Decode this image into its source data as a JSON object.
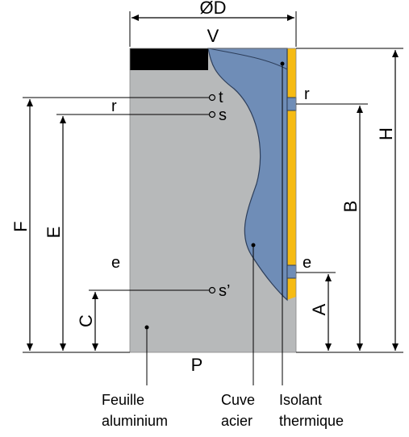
{
  "colors": {
    "aluminium": "#b7b9ba",
    "steel": "#6f8db7",
    "insulation": "#f6bb13",
    "cap": "#000000",
    "hatch": "#d9dbdc"
  },
  "dimensions": {
    "diameter": "ØD",
    "top": "V",
    "bottom": "P",
    "height": "H",
    "B": "B",
    "A": "A",
    "F": "F",
    "E": "E",
    "C": "C"
  },
  "points": {
    "r_left": "r",
    "r_right": "r",
    "t": "t",
    "s": "s",
    "s_prime": "s’",
    "e_left": "e",
    "e_right": "e"
  },
  "legend": {
    "aluminium_line1": "Feuille",
    "aluminium_line2": "aluminium",
    "steel_line1": "Cuve",
    "steel_line2": "acier",
    "insulation_line1": "Isolant",
    "insulation_line2": "thermique"
  }
}
